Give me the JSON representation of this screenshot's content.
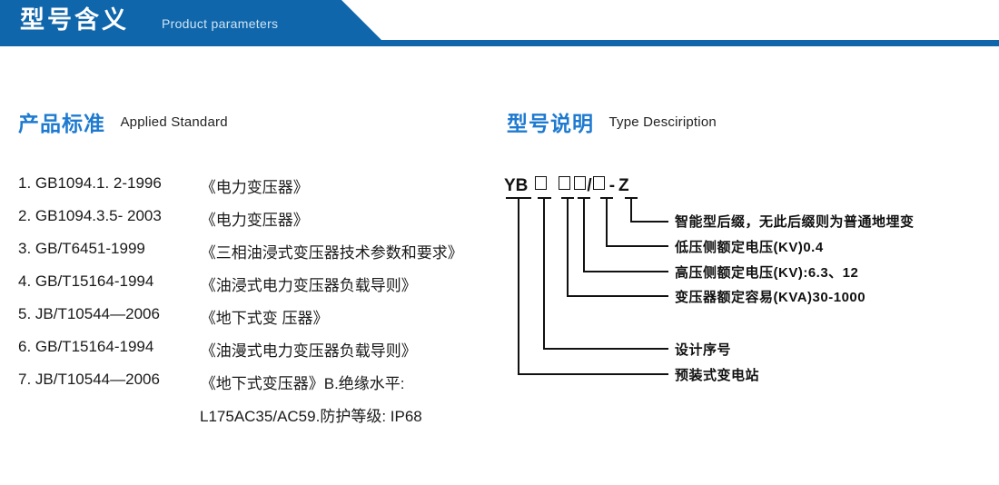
{
  "banner": {
    "title_cn": "型号含义",
    "title_en": "Product parameters",
    "color": "#0f66ab",
    "subtext_color": "#cfe4f4"
  },
  "sections": {
    "standard": {
      "heading_cn": "产品标准",
      "heading_en": "Applied Standard",
      "accent_color": "#1e7ad0"
    },
    "type": {
      "heading_cn": "型号说明",
      "heading_en": "Type Desciription",
      "accent_color": "#1e7ad0"
    }
  },
  "standards": [
    {
      "code": "1. GB1094.1. 2-1996",
      "name": "《电力变压器》"
    },
    {
      "code": "2. GB1094.3.5- 2003",
      "name": "《电力变压器》"
    },
    {
      "code": "3. GB/T6451-1999",
      "name": "《三相油浸式变压器技术参数和要求》"
    },
    {
      "code": "4. GB/T15164-1994",
      "name": "《油浸式电力变压器负载导则》"
    },
    {
      "code": "5. JB/T10544—2006",
      "name": "《地下式变 压器》"
    },
    {
      "code": "6. GB/T15164-1994",
      "name": "《油漫式电力变压器负载导则》"
    },
    {
      "code": "7. JB/T10544—2006",
      "name": "《地下式变压器》B.绝缘水平:"
    }
  ],
  "standards_continuation": "L175AC35/AC59.防护等级: IP68",
  "type_code": {
    "prefix": "YB",
    "segments": [
      "YB",
      "□",
      "□□",
      "/",
      "□",
      "-",
      "Z"
    ],
    "display": "YB □ □□/□ - Z"
  },
  "type_labels": [
    {
      "id": "suffix",
      "text": "智能型后缀，无此后缀则为普通地埋变"
    },
    {
      "id": "lv-voltage",
      "text": "低压侧额定电压(KV)0.4"
    },
    {
      "id": "hv-voltage",
      "text": "高压侧额定电压(KV):6.3、12"
    },
    {
      "id": "capacity",
      "text": "变压器额定容易(KVA)30-1000"
    },
    {
      "id": "design-serial",
      "text": "设计序号"
    },
    {
      "id": "substation",
      "text": "预装式变电站"
    }
  ]
}
